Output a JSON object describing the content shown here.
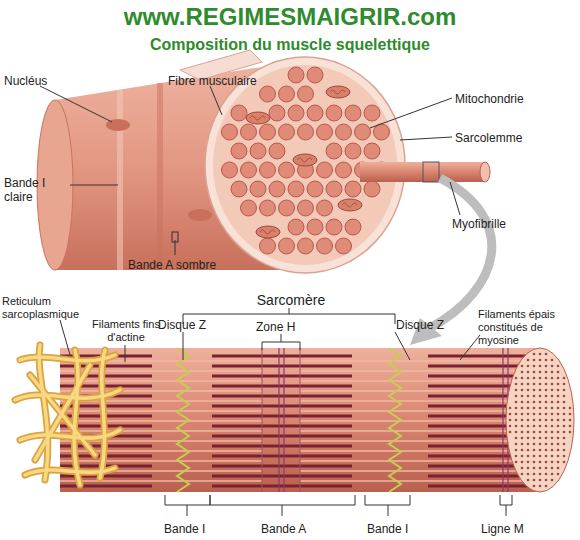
{
  "diagram": {
    "title": "Composition du muscle squelettique",
    "labels": [
      "www.REGIMESMAIGRIR.com",
      "Nucléus",
      "Fibre musculaire",
      "Mitochondrie",
      "Sarcolemme",
      "Bande I claire",
      "Myofibrille",
      "Bande A sombre",
      "Reticulum sarcoplasmique",
      "Filaments fins d'actine",
      "Sarcomère",
      "Disque Z",
      "Zone H",
      "Disque Z",
      "Filaments épais constitués de myosine",
      "Bande I",
      "Bande A",
      "Bande I",
      "Ligne M"
    ]
  }
}
